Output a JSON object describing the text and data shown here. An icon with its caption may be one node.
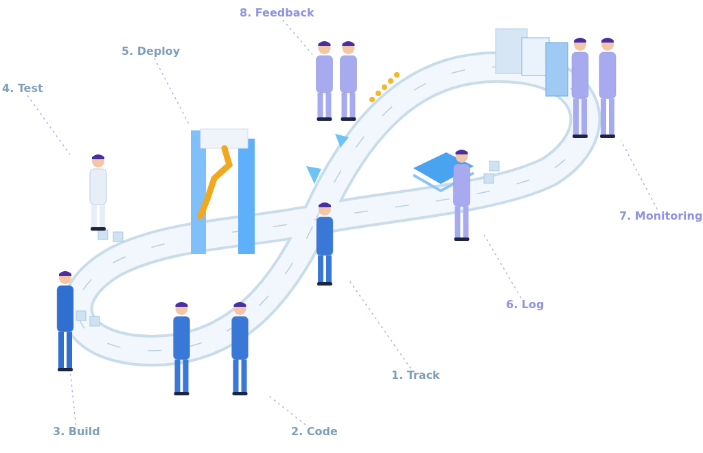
{
  "diagram": {
    "nodes": [
      {
        "text": [
          "1. Track"
        ]
      },
      {
        "text": [
          "2. Code"
        ]
      },
      {
        "text": [
          "3. Build"
        ]
      },
      {
        "text": [
          "4. Test"
        ]
      },
      {
        "text": [
          "5. Deploy"
        ]
      },
      {
        "text": [
          "6. Log"
        ]
      },
      {
        "text": [
          "7. Monitoring"
        ]
      },
      {
        "text": [
          "8. Feedback"
        ]
      },
      {
        "text": [],
        "shape": "person"
      },
      {
        "text": [],
        "shape": "person"
      },
      {
        "text": [],
        "shape": "person"
      },
      {
        "text": [],
        "shape": "person"
      },
      {
        "text": [],
        "shape": "picture"
      },
      {
        "text": [],
        "shape": "person"
      },
      {
        "text": [],
        "shape": "person"
      },
      {
        "text": [],
        "shape": "person"
      }
    ],
    "edges": [
      {
        "from": 0,
        "to": 8,
        "arrow": "none",
        "style": "dashed"
      },
      {
        "from": 1,
        "to": 9,
        "arrow": "none",
        "style": "dashed"
      },
      {
        "from": 2,
        "to": 10,
        "arrow": "none",
        "style": "dashed"
      },
      {
        "from": 3,
        "to": 11,
        "arrow": "none",
        "style": "dashed"
      },
      {
        "from": 4,
        "to": 12,
        "arrow": "none",
        "style": "dashed"
      },
      {
        "from": 5,
        "to": 13,
        "arrow": "none",
        "style": "dashed"
      },
      {
        "from": 6,
        "to": 14,
        "arrow": "none",
        "style": "dashed"
      },
      {
        "from": 7,
        "to": 15,
        "arrow": "none",
        "style": "dashed"
      }
    ]
  }
}
